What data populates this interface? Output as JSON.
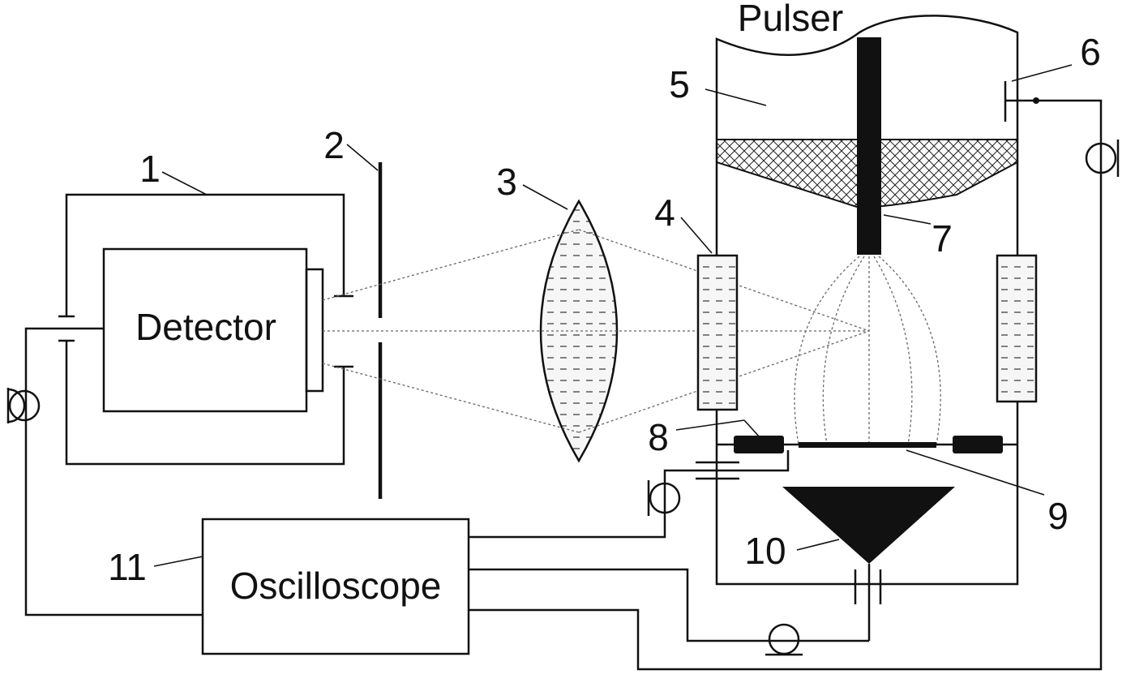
{
  "labels": {
    "pulser": "Pulser",
    "detector": "Detector",
    "oscilloscope": "Oscilloscope",
    "n1": "1",
    "n2": "2",
    "n3": "3",
    "n4": "4",
    "n5": "5",
    "n6": "6",
    "n7": "7",
    "n8": "8",
    "n9": "9",
    "n10": "10",
    "n11": "11"
  }
}
